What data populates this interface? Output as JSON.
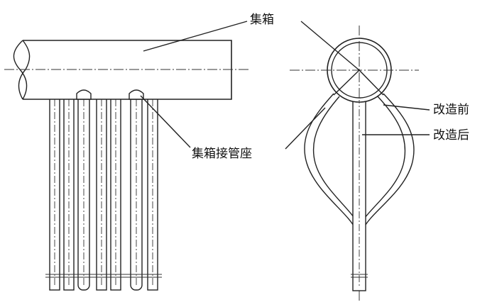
{
  "labels": {
    "header": "集箱",
    "header_nozzle": "集箱接管座",
    "before_modification": "改造前",
    "after_modification": "改造后"
  }
}
